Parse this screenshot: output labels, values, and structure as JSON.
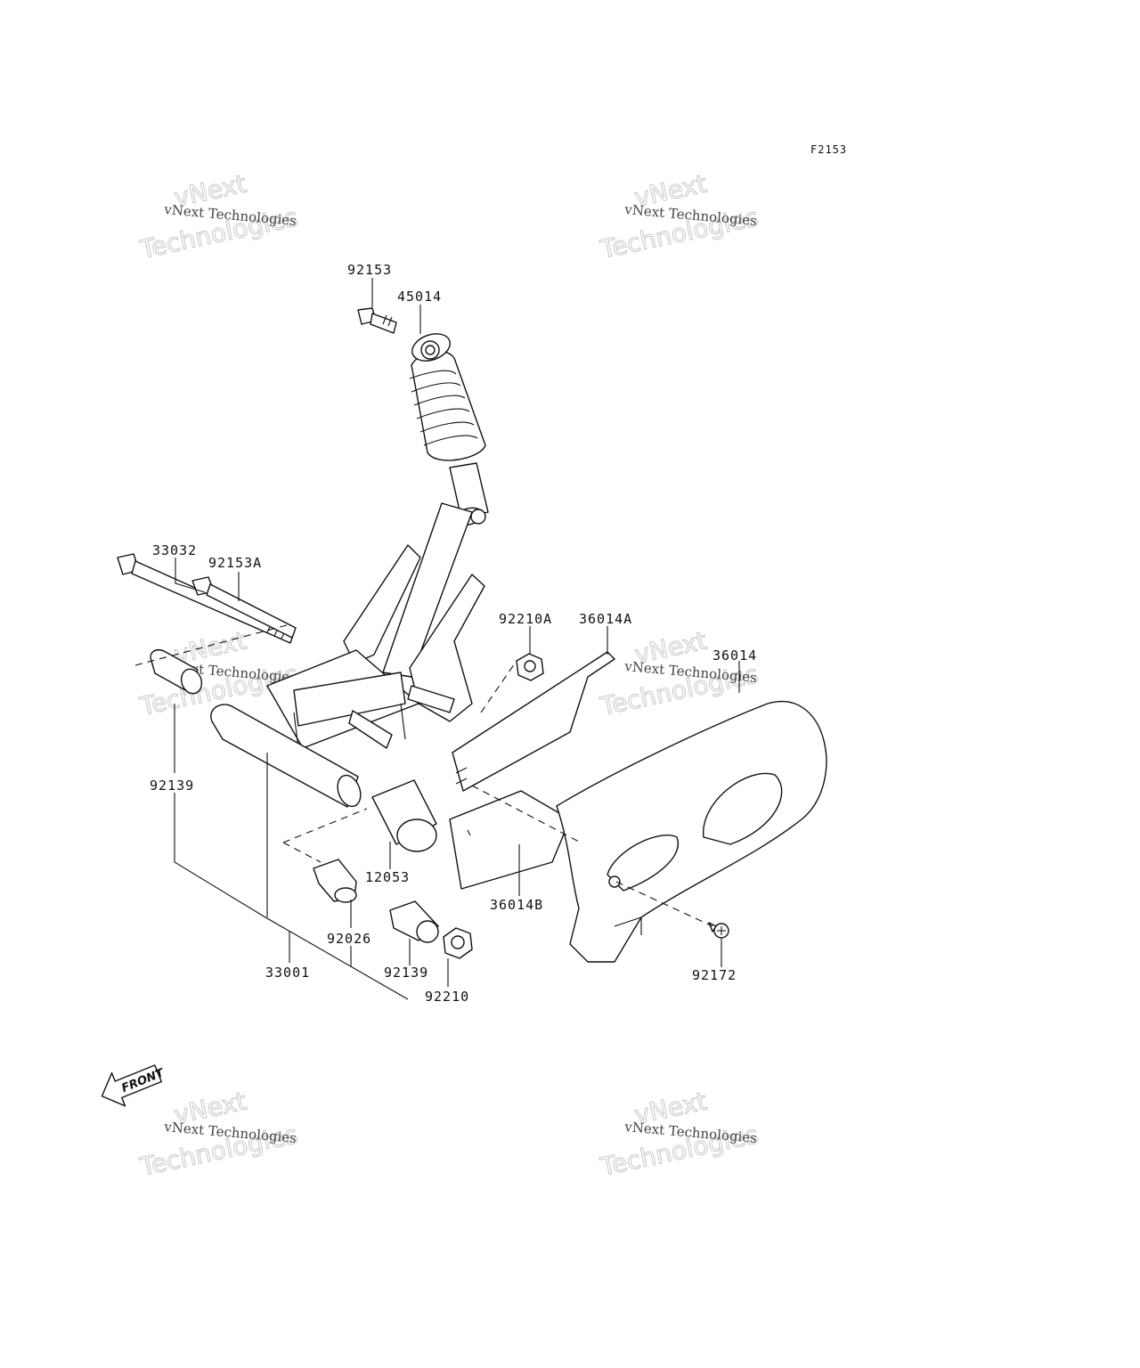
{
  "figure_code": "F2153",
  "watermark": {
    "line": "vNext Technologies",
    "big_top": "vNext",
    "big_bottom": "Technologies"
  },
  "front_arrow_text": "FRONT",
  "callouts": [
    {
      "id": "c-92153",
      "text": "92153"
    },
    {
      "id": "c-45014",
      "text": "45014"
    },
    {
      "id": "c-33032",
      "text": "33032"
    },
    {
      "id": "c-92153A",
      "text": "92153A"
    },
    {
      "id": "c-92210A",
      "text": "92210A"
    },
    {
      "id": "c-36014A",
      "text": "36014A"
    },
    {
      "id": "c-36014",
      "text": "36014"
    },
    {
      "id": "c-92139-left",
      "text": "92139"
    },
    {
      "id": "c-12053",
      "text": "12053"
    },
    {
      "id": "c-36014B",
      "text": "36014B"
    },
    {
      "id": "c-92026",
      "text": "92026"
    },
    {
      "id": "c-33001",
      "text": "33001"
    },
    {
      "id": "c-92139-bottom",
      "text": "92139"
    },
    {
      "id": "c-92210",
      "text": "92210"
    },
    {
      "id": "c-92172",
      "text": "92172"
    }
  ]
}
